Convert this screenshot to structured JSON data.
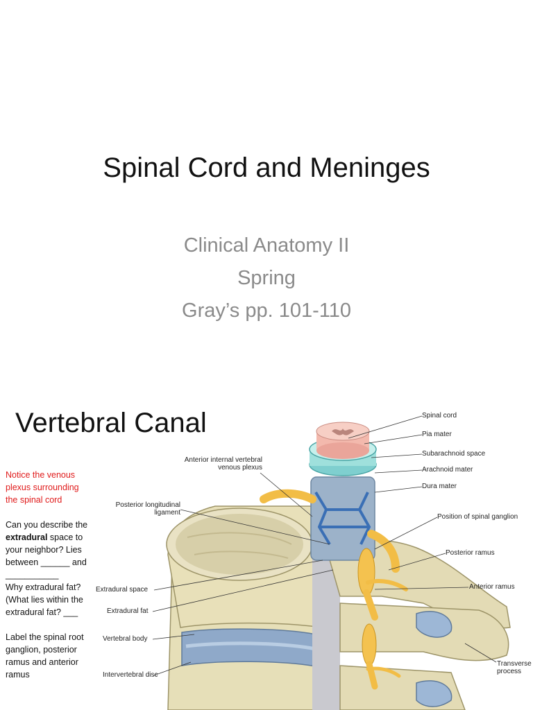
{
  "slide1": {
    "title": "Spinal Cord and Meninges",
    "subtitle": [
      "Clinical Anatomy II",
      "Spring",
      "Gray’s pp. 101-110"
    ]
  },
  "slide2": {
    "title": "Vertebral Canal",
    "note_red": "Notice the venous plexus surrounding the spinal cord",
    "q1_pre": "Can you describe the ",
    "q1_bold": "extradural",
    "q1_post": " space to your neighbor? Lies between ______ and ___________",
    "q2": "Why extradural fat? (What lies within the extradural fat? ___",
    "q3": "Label the spinal root ganglion, posterior ramus and anterior ramus",
    "figure_labels": {
      "spinal_cord": "Spinal cord",
      "pia_mater": "Pia mater",
      "subarachnoid_space": "Subarachnoid space",
      "arachnoid_mater": "Arachnoid mater",
      "dura_mater": "Dura mater",
      "anterior_internal_plexus_1": "Anterior internal vertebral",
      "anterior_internal_plexus_2": "venous plexus",
      "posterior_ligament_1": "Posterior longitudinal",
      "posterior_ligament_2": "ligament",
      "spinal_ganglion": "Position of spinal ganglion",
      "posterior_ramus": "Posterior ramus",
      "anterior_ramus": "Anterior ramus",
      "extradural_space": "Extradural space",
      "extradural_fat": "Extradural fat",
      "vertebral_body": "Vertebral body",
      "intervertebral_disc": "Intervertebral disc",
      "transverse_1": "Transverse",
      "transverse_2": "process"
    }
  }
}
